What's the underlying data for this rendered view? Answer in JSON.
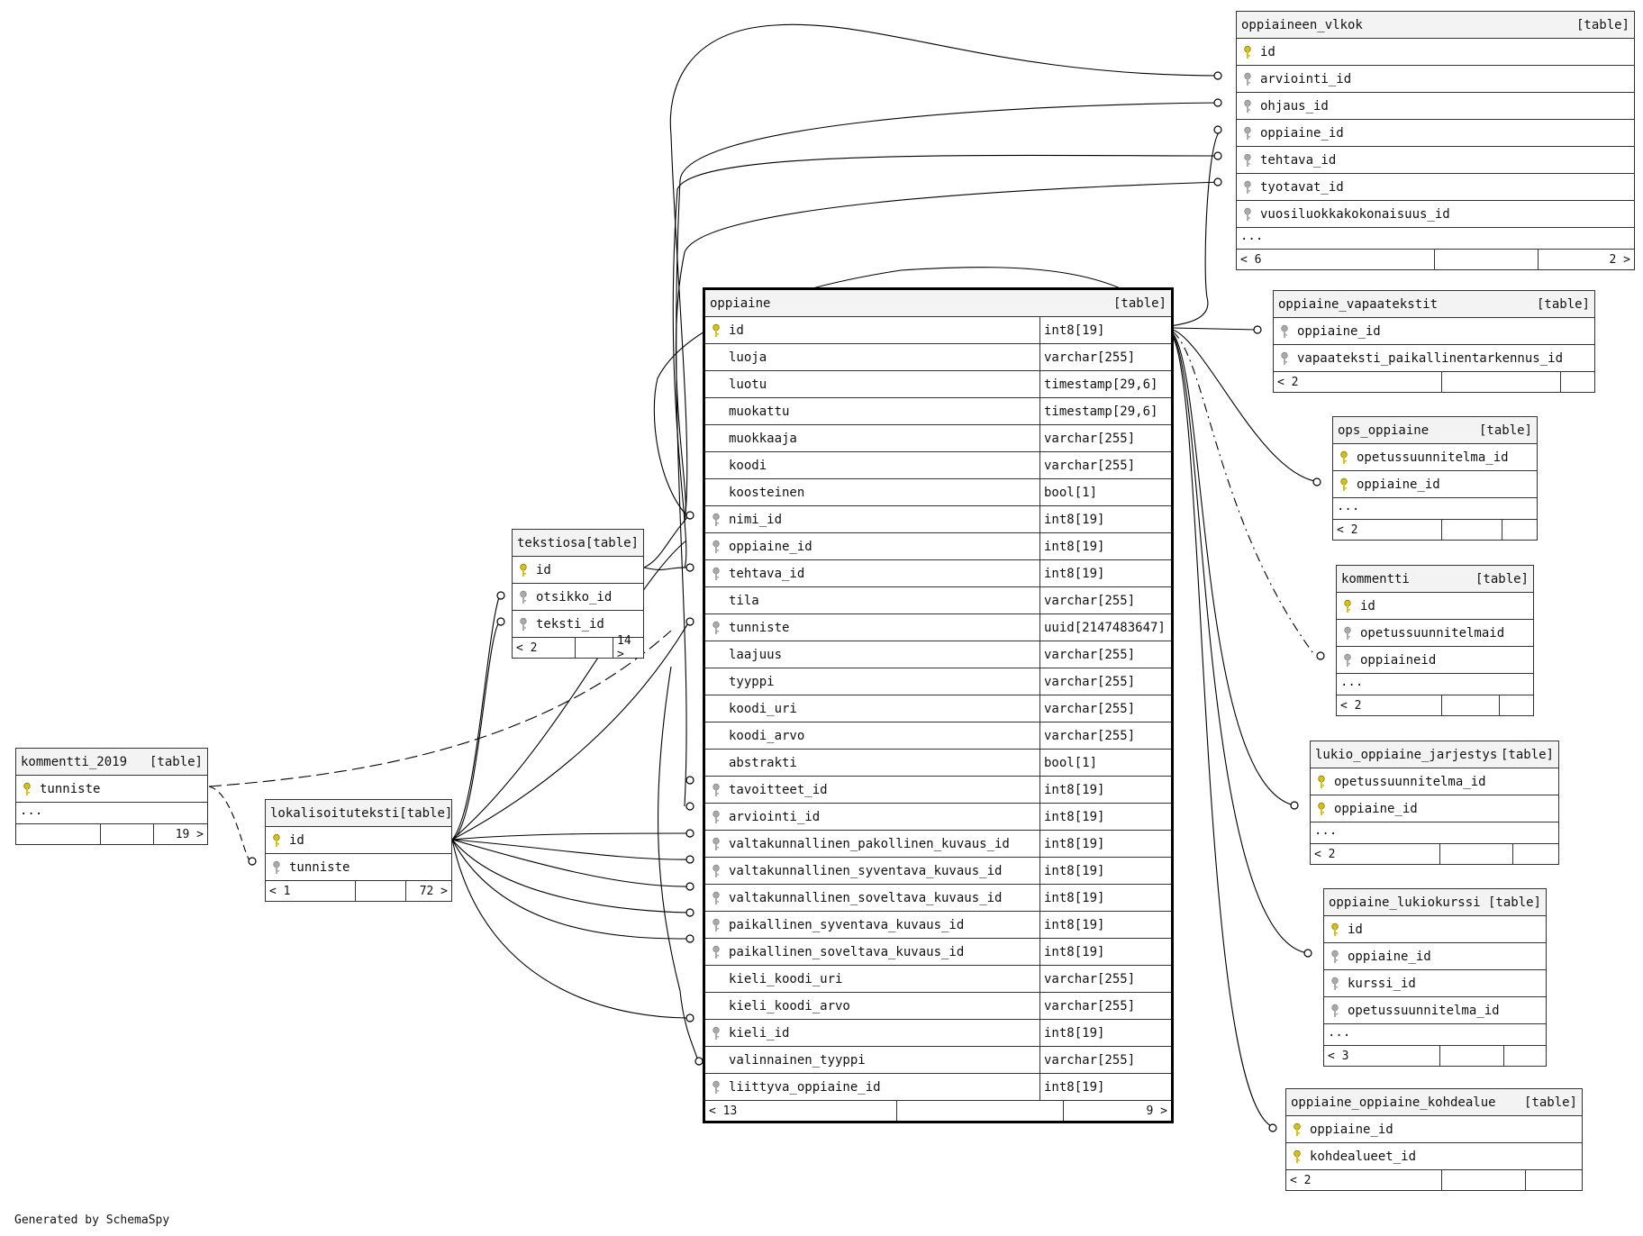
{
  "credit": "Generated by SchemaSpy",
  "tables": {
    "oppiaineen_vlkok": {
      "name": "oppiaineen_vlkok",
      "type": "[table]",
      "cols": [
        [
          "id",
          "pk"
        ],
        [
          "arviointi_id",
          "fk"
        ],
        [
          "ohjaus_id",
          "fk"
        ],
        [
          "oppiaine_id",
          "fk"
        ],
        [
          "tehtava_id",
          "fk"
        ],
        [
          "tyotavat_id",
          "fk"
        ],
        [
          "vuosiluokkakokonaisuus_id",
          "fk"
        ]
      ],
      "more": "...",
      "left": "< 6",
      "right": "2 >"
    },
    "oppiaine": {
      "name": "oppiaine",
      "type": "[table]",
      "cols": [
        [
          "id",
          "pk",
          "int8[19]"
        ],
        [
          "luoja",
          "",
          "varchar[255]"
        ],
        [
          "luotu",
          "",
          "timestamp[29,6]"
        ],
        [
          "muokattu",
          "",
          "timestamp[29,6]"
        ],
        [
          "muokkaaja",
          "",
          "varchar[255]"
        ],
        [
          "koodi",
          "",
          "varchar[255]"
        ],
        [
          "koosteinen",
          "",
          "bool[1]"
        ],
        [
          "nimi_id",
          "fk",
          "int8[19]"
        ],
        [
          "oppiaine_id",
          "fk",
          "int8[19]"
        ],
        [
          "tehtava_id",
          "fk",
          "int8[19]"
        ],
        [
          "tila",
          "",
          "varchar[255]"
        ],
        [
          "tunniste",
          "fk",
          "uuid[2147483647]"
        ],
        [
          "laajuus",
          "",
          "varchar[255]"
        ],
        [
          "tyyppi",
          "",
          "varchar[255]"
        ],
        [
          "koodi_uri",
          "",
          "varchar[255]"
        ],
        [
          "koodi_arvo",
          "",
          "varchar[255]"
        ],
        [
          "abstrakti",
          "",
          "bool[1]"
        ],
        [
          "tavoitteet_id",
          "fk",
          "int8[19]"
        ],
        [
          "arviointi_id",
          "fk",
          "int8[19]"
        ],
        [
          "valtakunnallinen_pakollinen_kuvaus_id",
          "fk",
          "int8[19]"
        ],
        [
          "valtakunnallinen_syventava_kuvaus_id",
          "fk",
          "int8[19]"
        ],
        [
          "valtakunnallinen_soveltava_kuvaus_id",
          "fk",
          "int8[19]"
        ],
        [
          "paikallinen_syventava_kuvaus_id",
          "fk",
          "int8[19]"
        ],
        [
          "paikallinen_soveltava_kuvaus_id",
          "fk",
          "int8[19]"
        ],
        [
          "kieli_koodi_uri",
          "",
          "varchar[255]"
        ],
        [
          "kieli_koodi_arvo",
          "",
          "varchar[255]"
        ],
        [
          "kieli_id",
          "fk",
          "int8[19]"
        ],
        [
          "valinnainen_tyyppi",
          "",
          "varchar[255]"
        ],
        [
          "liittyva_oppiaine_id",
          "fk",
          "int8[19]"
        ]
      ],
      "more": "",
      "left": "< 13",
      "right": "9 >"
    },
    "oppiaine_vapaatekstit": {
      "name": "oppiaine_vapaatekstit",
      "type": "[table]",
      "cols": [
        [
          "oppiaine_id",
          "fk"
        ],
        [
          "vapaateksti_paikallinentarkennus_id",
          "fk"
        ]
      ],
      "more": "",
      "left": "< 2",
      "right": ""
    },
    "ops_oppiaine": {
      "name": "ops_oppiaine",
      "type": "[table]",
      "cols": [
        [
          "opetussuunnitelma_id",
          "pk"
        ],
        [
          "oppiaine_id",
          "pk"
        ]
      ],
      "more": "...",
      "left": "< 2",
      "right": ""
    },
    "kommentti": {
      "name": "kommentti",
      "type": "[table]",
      "cols": [
        [
          "id",
          "pk"
        ],
        [
          "opetussuunnitelmaid",
          "fk"
        ],
        [
          "oppiaineid",
          "fk"
        ]
      ],
      "more": "...",
      "left": "< 2",
      "right": ""
    },
    "lukio_oppiaine_jarjestys": {
      "name": "lukio_oppiaine_jarjestys",
      "type": "[table]",
      "cols": [
        [
          "opetussuunnitelma_id",
          "pk"
        ],
        [
          "oppiaine_id",
          "pk"
        ]
      ],
      "more": "...",
      "left": "< 2",
      "right": ""
    },
    "oppiaine_lukiokurssi": {
      "name": "oppiaine_lukiokurssi",
      "type": "[table]",
      "cols": [
        [
          "id",
          "pk"
        ],
        [
          "oppiaine_id",
          "fk"
        ],
        [
          "kurssi_id",
          "fk"
        ],
        [
          "opetussuunnitelma_id",
          "fk"
        ]
      ],
      "more": "...",
      "left": "< 3",
      "right": ""
    },
    "oppiaine_oppiaine_kohdealue": {
      "name": "oppiaine_oppiaine_kohdealue",
      "type": "[table]",
      "cols": [
        [
          "oppiaine_id",
          "pk"
        ],
        [
          "kohdealueet_id",
          "pk"
        ]
      ],
      "more": "",
      "left": "< 2",
      "right": ""
    },
    "tekstiosa": {
      "name": "tekstiosa",
      "type": "[table]",
      "cols": [
        [
          "id",
          "pk"
        ],
        [
          "otsikko_id",
          "fk"
        ],
        [
          "teksti_id",
          "fk"
        ]
      ],
      "more": "",
      "left": "< 2",
      "right": "14 >"
    },
    "lokalisoituteksti": {
      "name": "lokalisoituteksti",
      "type": "[table]",
      "cols": [
        [
          "id",
          "pk"
        ],
        [
          "tunniste",
          "fk"
        ]
      ],
      "more": "",
      "left": "< 1",
      "right": "72 >"
    },
    "kommentti_2019": {
      "name": "kommentti_2019",
      "type": "[table]",
      "cols": [
        [
          "tunniste",
          "pk"
        ]
      ],
      "more": "...",
      "left": "",
      "right": "19 >"
    }
  }
}
